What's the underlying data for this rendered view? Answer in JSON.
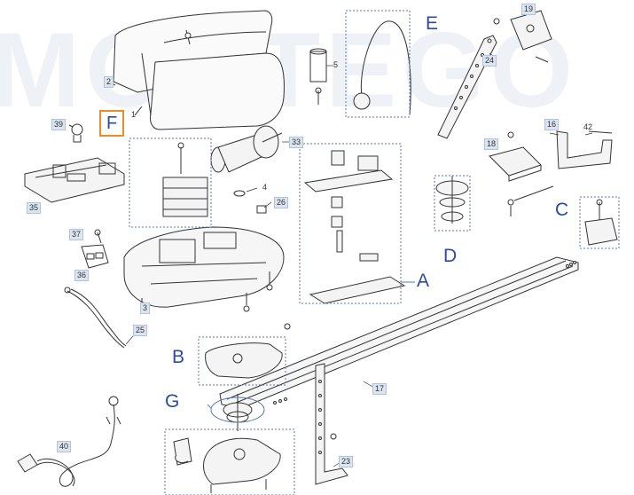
{
  "watermark": "MONTEGO",
  "part_numbers": {
    "p2": "2",
    "p1": "1",
    "p39": "39",
    "p35": "35",
    "p37": "37",
    "p36": "36",
    "p3": "3",
    "p25": "25",
    "p40": "40",
    "p4": "4",
    "p26": "26",
    "p33": "33",
    "p5": "5",
    "p19": "19",
    "p24": "24",
    "p18": "18",
    "p16": "16",
    "p42": "42",
    "p17": "17",
    "p23": "23"
  },
  "group_letters": {
    "a": "A",
    "b": "B",
    "c": "C",
    "d": "D",
    "e": "E",
    "f": "F",
    "g": "G"
  },
  "colors": {
    "line": "#333333",
    "dashed_box": "#5a7ab0",
    "letter": "#2b4aa0",
    "highlight": "#f08c28",
    "label_bg": "#dbe4ef"
  }
}
